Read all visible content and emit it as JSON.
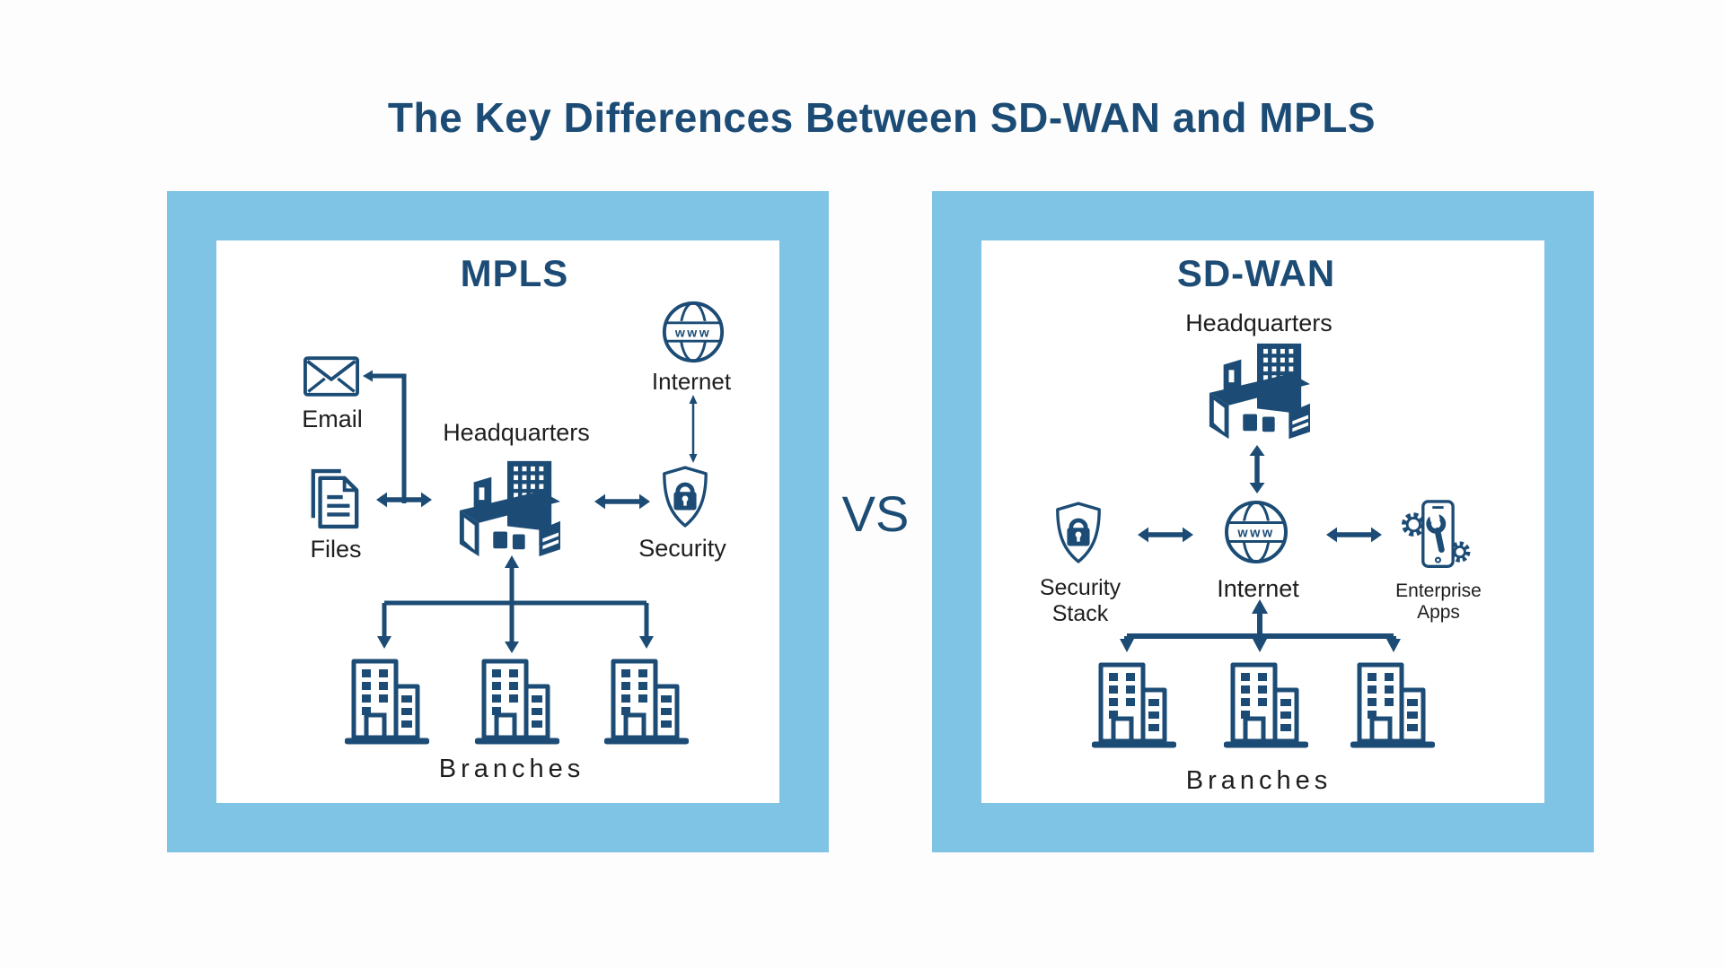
{
  "page": {
    "title": "The Key Differences Between SD-WAN and MPLS",
    "vs": "VS"
  },
  "colors": {
    "accent": "#7FC3E5",
    "navy": "#1C4C75",
    "text_dark": "#1E1E1E"
  },
  "shared": {
    "www": "www"
  },
  "mpls": {
    "title": "MPLS",
    "email": "Email",
    "files": "Files",
    "headquarters": "Headquarters",
    "internet": "Internet",
    "security": "Security",
    "branches": "Branches"
  },
  "sdwan": {
    "title": "SD-WAN",
    "headquarters": "Headquarters",
    "internet": "Internet",
    "security_stack": "Security Stack",
    "enterprise_apps": "Enterprise Apps",
    "branches": "Branches"
  }
}
